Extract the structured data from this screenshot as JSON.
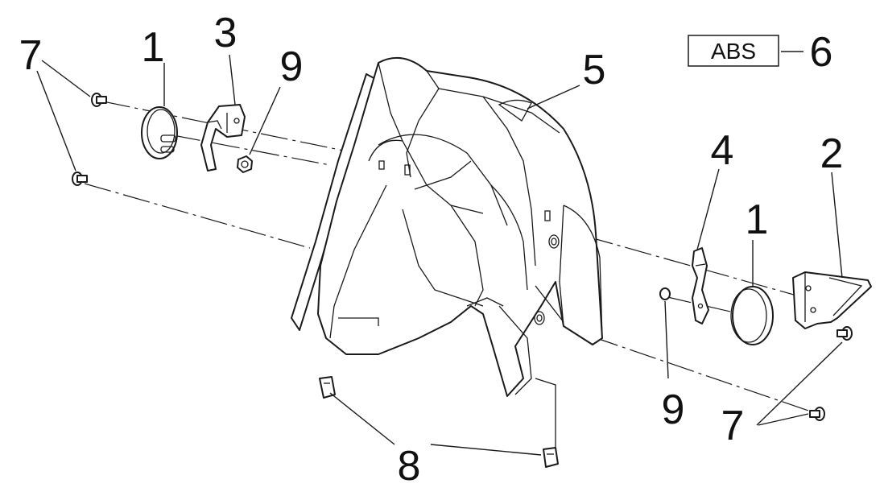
{
  "diagram": {
    "callouts": {
      "c7_left": "7",
      "c1_left": "1",
      "c3": "3",
      "c9_top": "9",
      "c5": "5",
      "c6": "6",
      "c4": "4",
      "c2": "2",
      "c1_right": "1",
      "c9_bottom": "9",
      "c7_right": "7",
      "c8": "8"
    },
    "abs_label": "ABS"
  }
}
